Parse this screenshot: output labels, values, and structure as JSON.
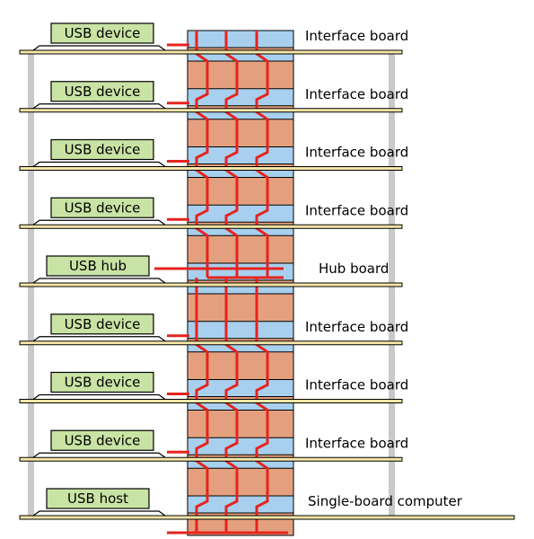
{
  "colors": {
    "board_fill": "#f6e6a6",
    "board_edge": "#000000",
    "post": "#c9c9c9",
    "device_fill": "#c9e3a4",
    "connector_blue": "#a8d0ee",
    "connector_body": "#e4a07e",
    "wire": "#e6231e"
  },
  "boards": [
    {
      "chip": "USB device",
      "label": "Interface board"
    },
    {
      "chip": "USB device",
      "label": "Interface board"
    },
    {
      "chip": "USB device",
      "label": "Interface board"
    },
    {
      "chip": "USB device",
      "label": "Interface board"
    },
    {
      "chip": "USB hub",
      "label": "Hub board"
    },
    {
      "chip": "USB device",
      "label": "Interface board"
    },
    {
      "chip": "USB device",
      "label": "Interface board"
    },
    {
      "chip": "USB device",
      "label": "Interface board"
    },
    {
      "chip": "USB host",
      "label": "Single-board computer"
    }
  ]
}
